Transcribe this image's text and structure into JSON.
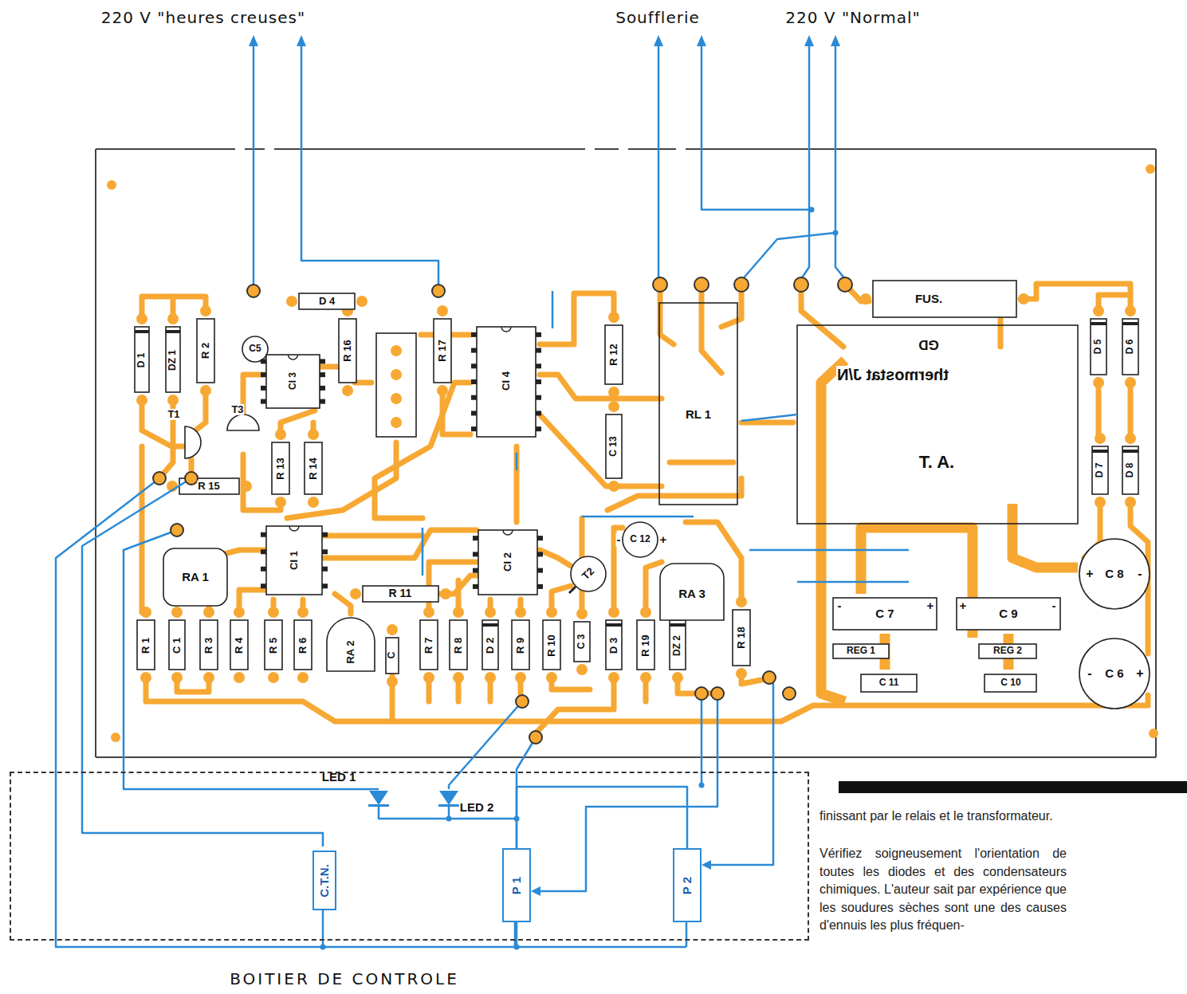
{
  "diagram": {
    "nodes": [
      {
        "text": [
          "BOITIER DE CONTROLE"
        ]
      },
      {
        "text": [
          "C.T.N."
        ],
        "in": 0
      },
      {
        "text": [
          "P 1"
        ],
        "in": 0
      },
      {
        "text": [
          "P 2"
        ],
        "in": 0
      }
    ],
    "edges": [
      {
        "from": 2,
        "to": 3,
        "arrow": "none"
      }
    ],
    "labels": [
      "220 V \"heures creuses\"",
      "Soufflerie",
      "220 V \"Normal\"",
      "D 1",
      "DZ 1",
      "R 2",
      "C5",
      "D 4",
      "R 16",
      "R 17",
      "CI 3",
      "CI 4",
      "R 12",
      "RL 1",
      "FUS.",
      "GD",
      "thermostat J/N",
      "T. A.",
      "D 5",
      "D 6",
      "D 7",
      "D 8",
      "T1",
      "T3",
      "R 13",
      "R 14",
      "R 15",
      "C 13",
      "RA 1",
      "CI 1",
      "R 11",
      "CI 2",
      "T2",
      "C 12",
      "RA 3",
      "C 7",
      "C 9",
      "REG 1",
      "REG 2",
      "C 11",
      "C 10",
      "C 8",
      "C 6",
      "R 1",
      "C 1",
      "R 3",
      "R 4",
      "R 5",
      "R 6",
      "RA 2",
      "C",
      "R 7",
      "R 8",
      "D 2",
      "R 9",
      "R 10",
      "C 3",
      "D 3",
      "R 19",
      "DZ 2",
      "R 18",
      "LED 1",
      "LED 2",
      "-",
      "+",
      "-",
      "+",
      "+",
      "-",
      "+",
      "-",
      "-",
      "+",
      "finissant par le relais et le transformateur.",
      "Vérifiez soigneusement l'orientation de toutes les diodes et des condensateurs chimiques. L'auteur sait par expérience que les soudures sèches sont une des causes d'ennuis les plus fréquen-"
    ]
  }
}
